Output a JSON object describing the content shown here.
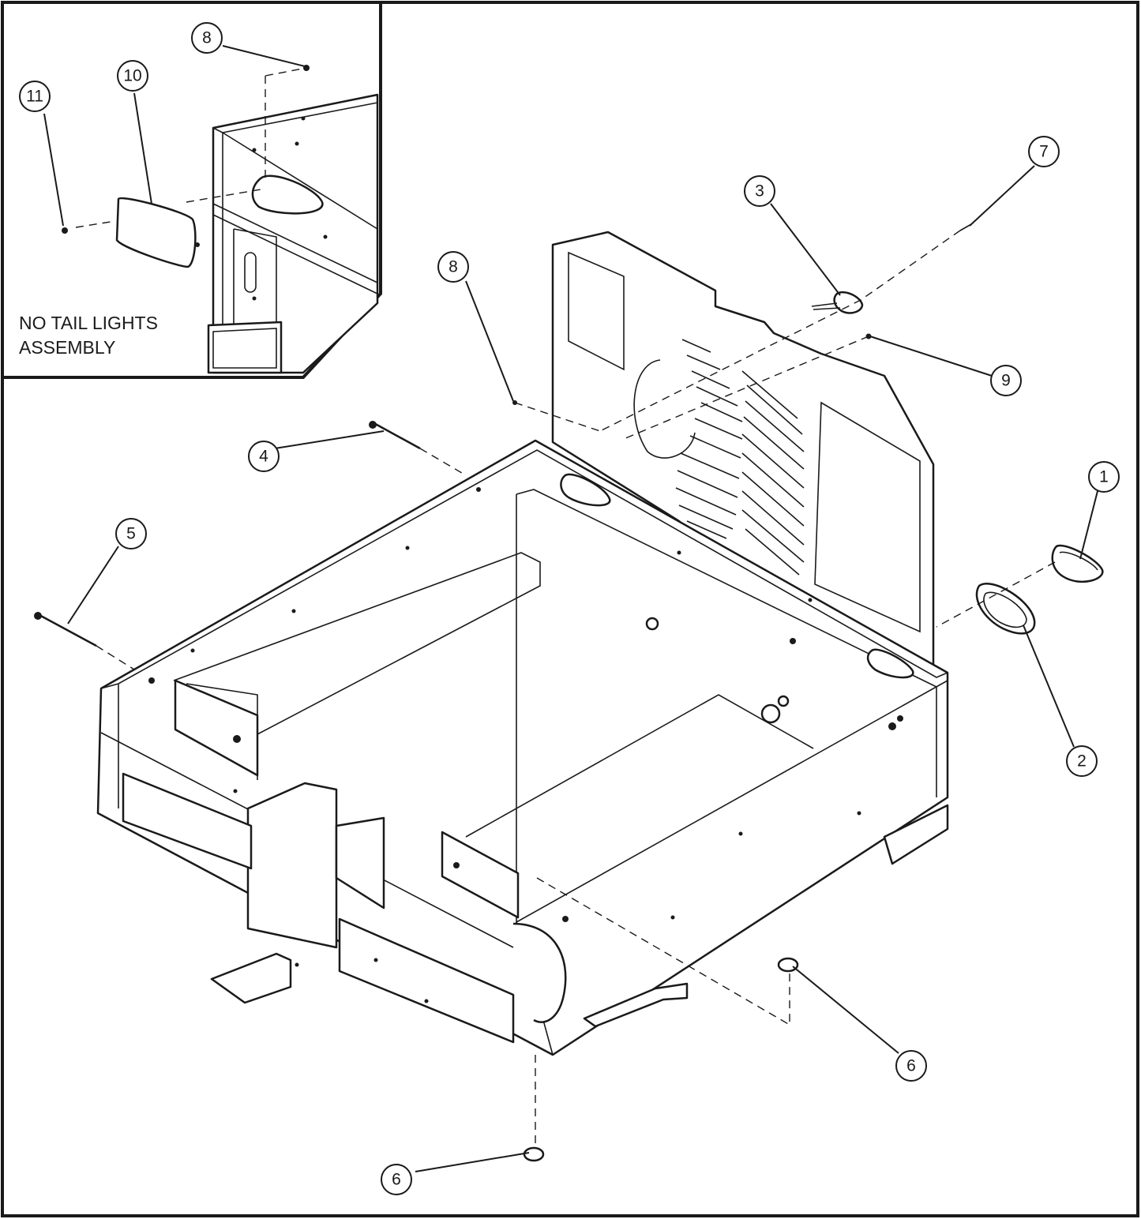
{
  "inset": {
    "note_line1": "NO TAIL LIGHTS",
    "note_line2": "ASSEMBLY"
  },
  "callouts": {
    "c1": "1",
    "c2": "2",
    "c3": "3",
    "c4": "4",
    "c5": "5",
    "c6a": "6",
    "c6b": "6",
    "c7": "7",
    "c8_inset": "8",
    "c8_main": "8",
    "c9": "9",
    "c10": "10",
    "c11": "11"
  }
}
